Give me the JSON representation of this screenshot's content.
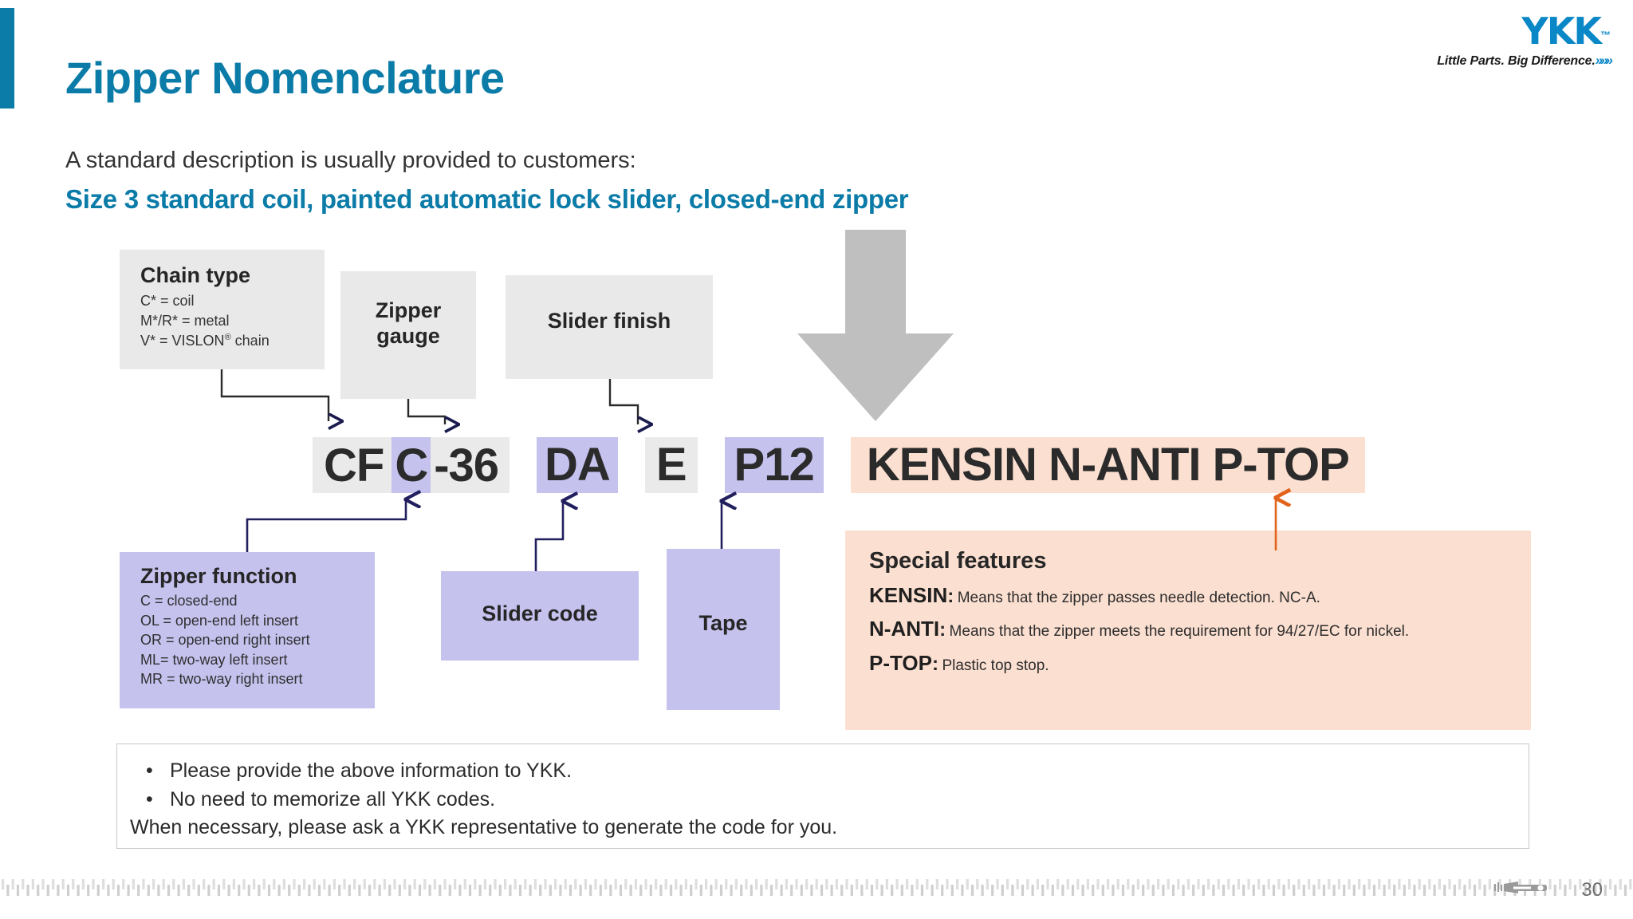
{
  "header": {
    "title": "Zipper Nomenclature",
    "logo": {
      "word": "YKK",
      "tm": "™",
      "tagline": "Little Parts. Big Difference.",
      "chevrons": "»»»",
      "color": "#0a87c6"
    }
  },
  "intro": {
    "line": "A standard description is usually provided to customers:",
    "emphasis": "Size 3 standard coil, painted automatic lock slider, closed-end zipper",
    "emphasis_color": "#0b7ba8"
  },
  "boxes": {
    "chain_type": {
      "title": "Chain type",
      "items": [
        "C* = coil",
        "M*/R* = metal",
        "V* = VISLON® chain"
      ]
    },
    "zipper_gauge": {
      "title": "Zipper\ngauge",
      "line1": "Zipper",
      "line2": "gauge"
    },
    "slider_finish": {
      "title": "Slider finish"
    },
    "zipper_function": {
      "title": "Zipper function",
      "items": [
        "C = closed-end",
        "OL = open-end left insert",
        "OR = open-end right insert",
        "ML= two-way left insert",
        "MR = two-way right insert"
      ]
    },
    "slider_code": {
      "title": "Slider code"
    },
    "tape": {
      "title": "Tape"
    },
    "special_features": {
      "title": "Special features",
      "items": [
        {
          "code": "KENSIN",
          "colon": ":",
          "desc": "Means that the zipper passes needle detection. NC-A."
        },
        {
          "code": "N-ANTI",
          "colon": ":",
          "desc": "Means that the zipper meets the requirement for 94/27/EC for nickel."
        },
        {
          "code": "P-TOP",
          "colon": ":",
          "desc": "Plastic top stop."
        }
      ]
    }
  },
  "code_line": {
    "chain": {
      "pre": "CF",
      "highlight": "C",
      "post": "-36"
    },
    "slider_code": "DA",
    "slider_finish": "E",
    "tape": "P12",
    "special": "KENSIN  N-ANTI  P-TOP",
    "colors": {
      "gray": "#eaeaea",
      "purple": "#c5c2ee",
      "peach": "#fbdfd0"
    }
  },
  "notes": {
    "bullets": [
      "Please provide the above information to YKK.",
      "No need to memorize all YKK codes."
    ],
    "bullet_glyph": "•",
    "closing": "When necessary, please ask a YKK representative to generate the code for you."
  },
  "footer": {
    "page_number": "30"
  }
}
